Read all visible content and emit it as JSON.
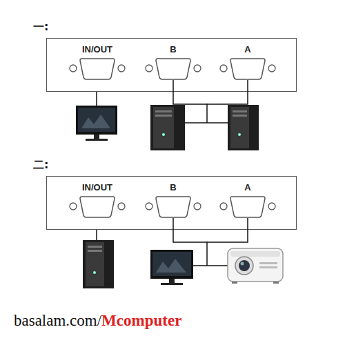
{
  "diagram": {
    "nodes": [
      {
        "text": [
          "一:"
        ]
      },
      {
        "text": [
          "IN/OUT"
        ],
        "in": 0
      },
      {
        "text": [
          "B"
        ],
        "in": 0
      },
      {
        "text": [
          "A"
        ],
        "in": 0
      },
      {
        "text": [
          "二:"
        ]
      },
      {
        "text": [
          "IN/OUT"
        ],
        "in": 4
      },
      {
        "text": [
          "B"
        ],
        "in": 4
      },
      {
        "text": [
          "A"
        ],
        "in": 4
      }
    ],
    "edges": [
      {
        "from": 2,
        "to": 3,
        "arrow": "none"
      },
      {
        "from": 6,
        "to": 7,
        "arrow": "none"
      }
    ],
    "labels": [
      "basalam.com/",
      "Mcomputer"
    ]
  }
}
